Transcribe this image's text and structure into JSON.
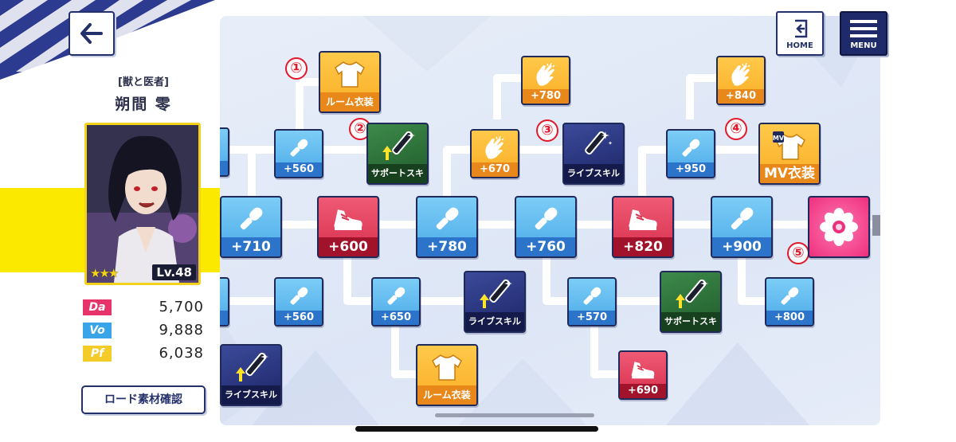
{
  "header": {
    "home_label": "HOME",
    "menu_label": "MENU"
  },
  "character": {
    "subtitle": "[獣と医者]",
    "name": "朔間 零",
    "level": "Lv.48",
    "rarity": "★★★",
    "stats": [
      {
        "abbr": "Da",
        "value": "5,700",
        "color": "#e6336a"
      },
      {
        "abbr": "Vo",
        "value": "9,888",
        "color": "#3aa4e8"
      },
      {
        "abbr": "Pf",
        "value": "6,038",
        "color": "#f4cc2a"
      }
    ],
    "load_button": "ロード素材確認"
  },
  "board": {
    "row_top": [
      {
        "label": "ルーム衣装"
      },
      {
        "label": "+780"
      },
      {
        "label": "+840"
      }
    ],
    "row_mid_upper": [
      {
        "label": "+560"
      },
      {
        "label": "サポートスキル"
      },
      {
        "label": "+670"
      },
      {
        "label": "ライブスキル"
      },
      {
        "label": "+950"
      },
      {
        "label": "MV衣装"
      }
    ],
    "row_main": [
      {
        "label": "+710"
      },
      {
        "label": "+600"
      },
      {
        "label": "+780"
      },
      {
        "label": "+760"
      },
      {
        "label": "+820"
      },
      {
        "label": "+900"
      }
    ],
    "row_lower": [
      {
        "label": "+560"
      },
      {
        "label": "+650"
      },
      {
        "label": "ライブスキル"
      },
      {
        "label": "+570"
      },
      {
        "label": "サポートスキル"
      },
      {
        "label": "+800"
      }
    ],
    "row_bottom": [
      {
        "label": "ライブスキル"
      },
      {
        "label": "ルーム衣装"
      },
      {
        "label": "+690"
      }
    ],
    "markers": [
      "①",
      "②",
      "③",
      "④",
      "⑤"
    ],
    "mv_badge": "MV"
  },
  "colors": {
    "vocal": "#4aa9e8",
    "dance": "#d72f4d",
    "costume": "#f9ad25",
    "live_skill": "#1c2566",
    "support_skill": "#1f5a2b",
    "goal": "#ee2f7d"
  },
  "icons": {
    "back": "arrow-left-icon",
    "home": "exit-door-icon",
    "menu": "hamburger-icon",
    "vocal": "microphone-icon",
    "dance": "sneaker-icon",
    "costume": "tshirt-icon",
    "skill": "glowstick-icon",
    "clap": "clapping-hands-icon",
    "goal": "flower-icon"
  }
}
